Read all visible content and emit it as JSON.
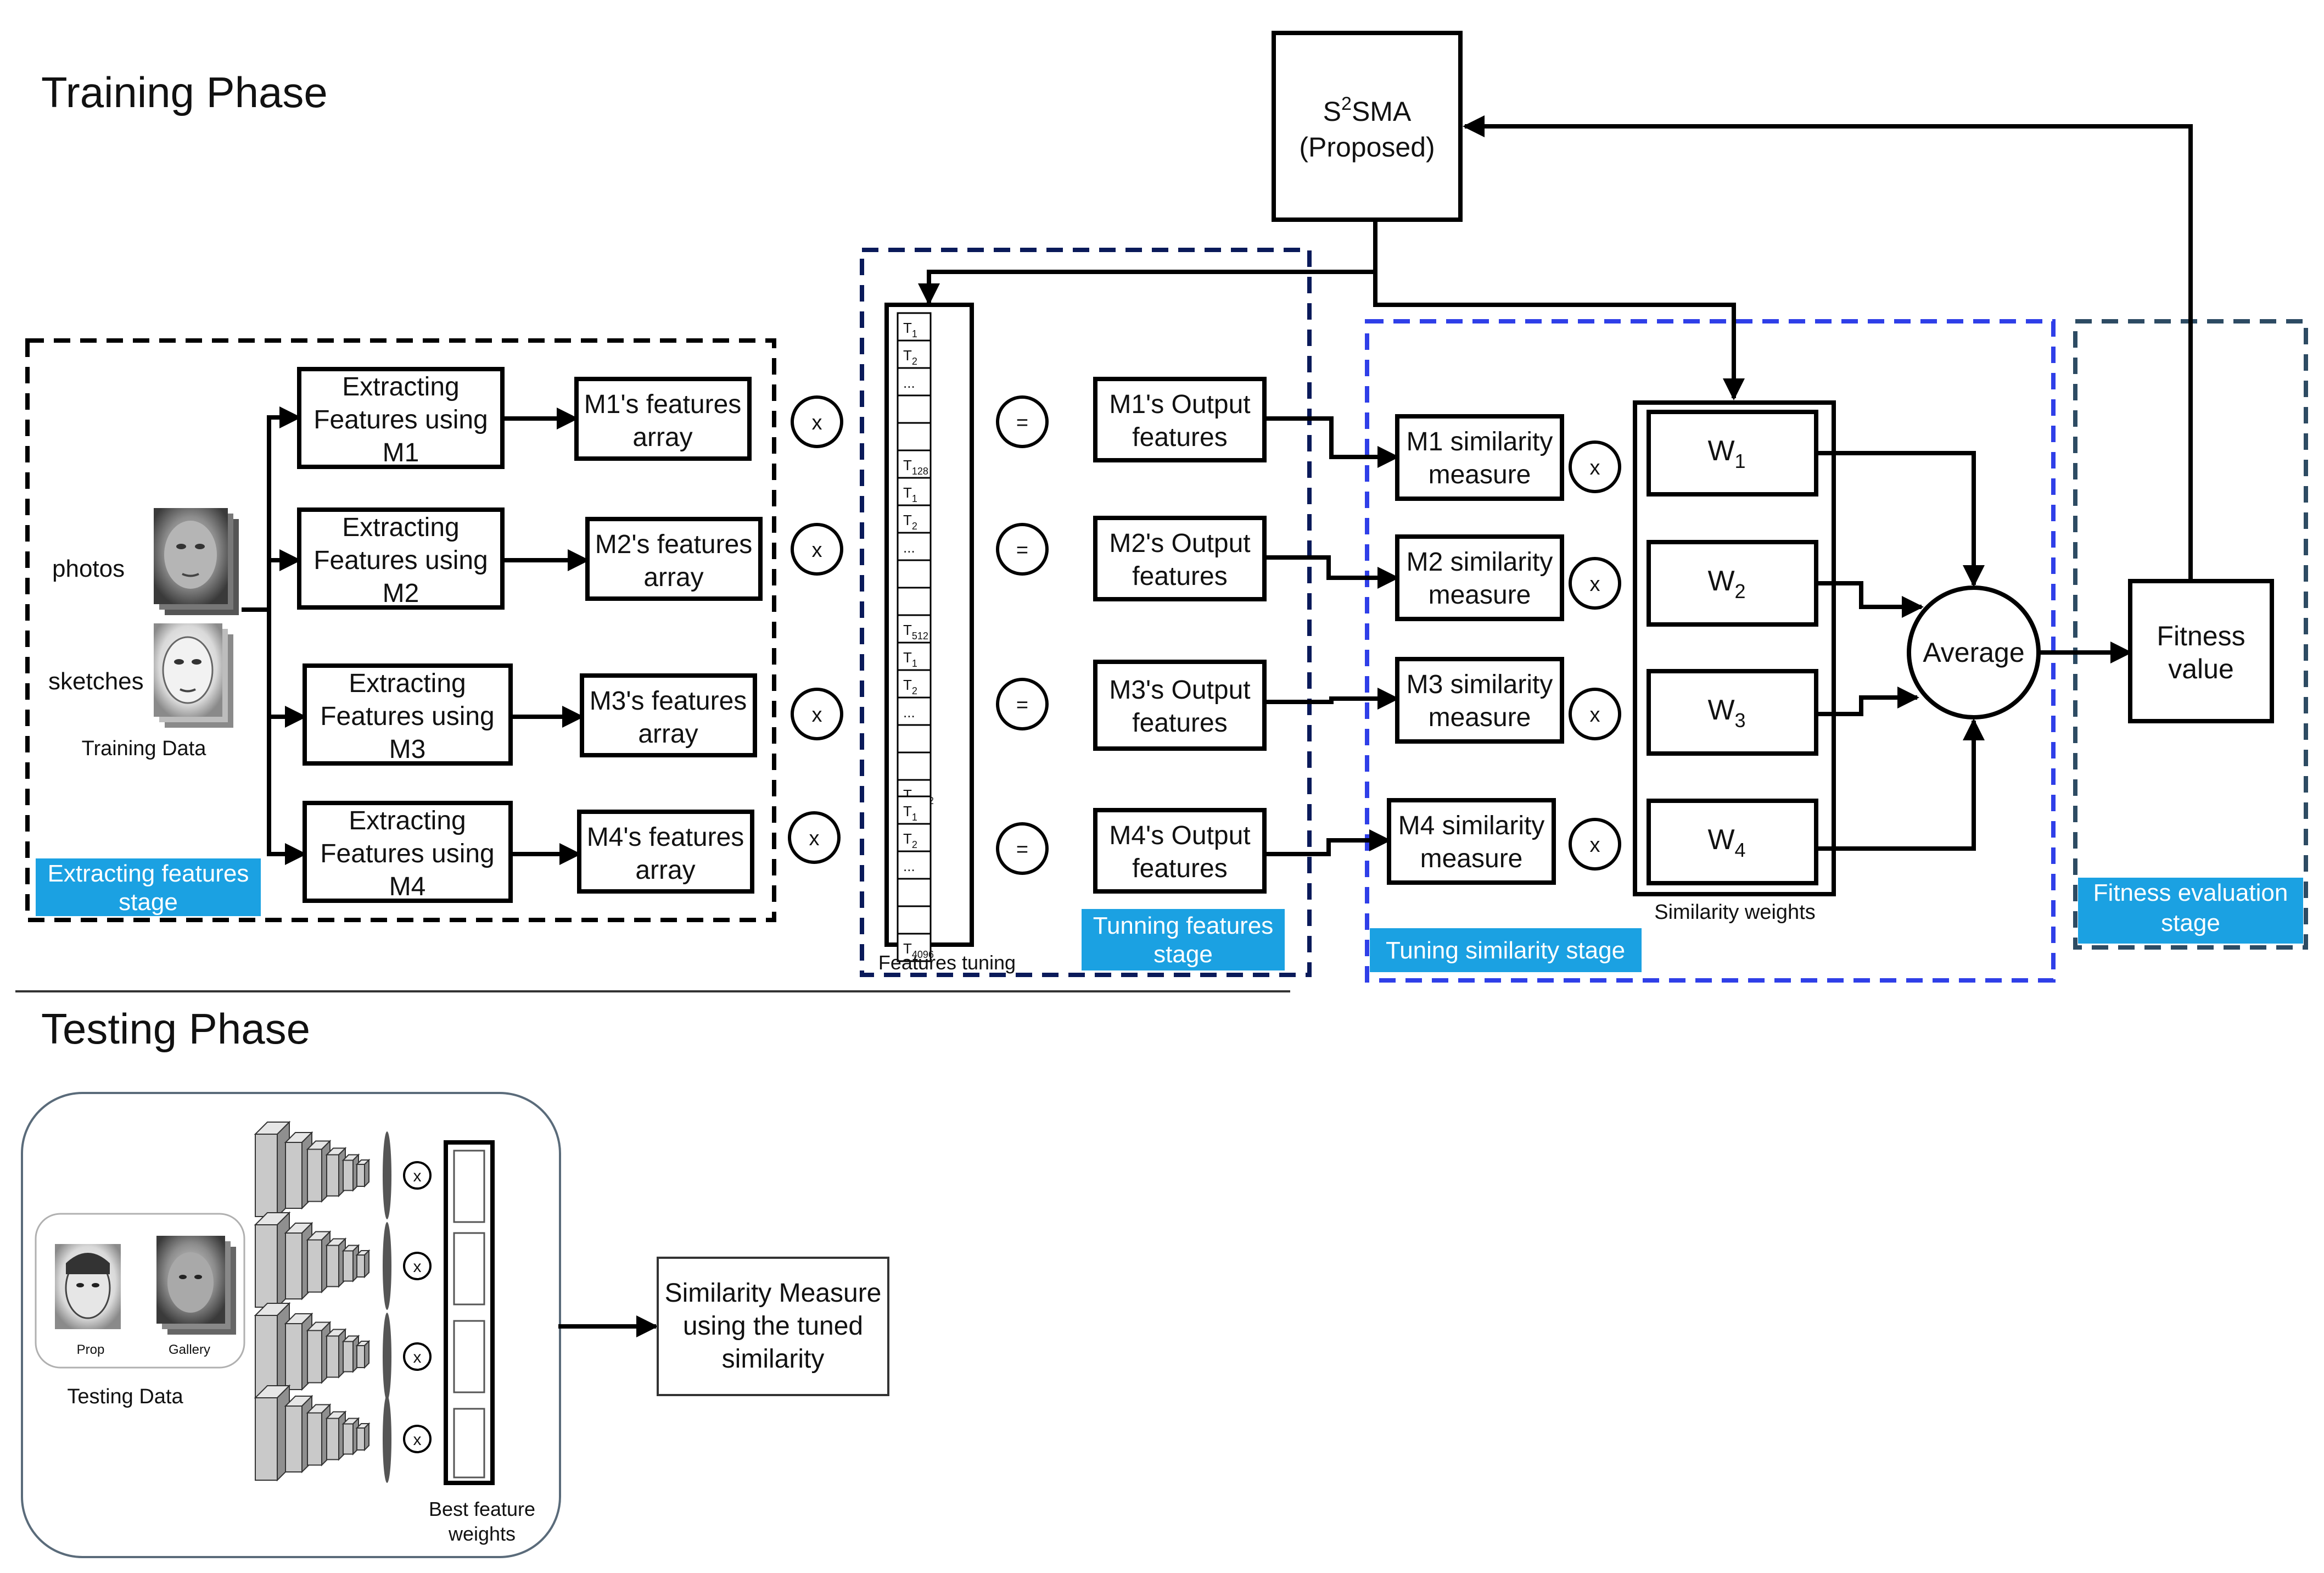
{
  "phases": {
    "training": "Training Phase",
    "testing": "Testing Phase"
  },
  "s2sma": {
    "line1_base": "S",
    "line1_sup": "2",
    "line1_rest": "SMA",
    "line2": "(Proposed)"
  },
  "training_data": {
    "photos": "photos",
    "sketches": "sketches",
    "label": "Training Data"
  },
  "extract_boxes": [
    {
      "l1": "Extracting",
      "l2": "Features using",
      "l3": "M1"
    },
    {
      "l1": "Extracting",
      "l2": "Features using",
      "l3": "M2"
    },
    {
      "l1": "Extracting",
      "l2": "Features using",
      "l3": "M3"
    },
    {
      "l1": "Extracting",
      "l2": "Features using",
      "l3": "M4"
    }
  ],
  "feature_arrays": [
    {
      "l1": "M1's features",
      "l2": "array"
    },
    {
      "l1": "M2's features",
      "l2": "array"
    },
    {
      "l1": "M3's features",
      "l2": "array"
    },
    {
      "l1": "M4's features",
      "l2": "array"
    }
  ],
  "operators": {
    "times": "x",
    "equals": "="
  },
  "tuning_vector": {
    "groups": [
      {
        "cells": [
          "T1",
          "T2",
          "...",
          "",
          "",
          "T128"
        ]
      },
      {
        "cells": [
          "T1",
          "T2",
          "...",
          "",
          "",
          "T512"
        ]
      },
      {
        "cells": [
          "T1",
          "T2",
          "...",
          "",
          "",
          "T2622"
        ]
      },
      {
        "cells": [
          "T1",
          "T2",
          "...",
          "",
          "",
          "T4096"
        ]
      }
    ],
    "label": "Features tuning"
  },
  "output_features": [
    {
      "l1": "M1's Output",
      "l2": "features"
    },
    {
      "l1": "M2's Output",
      "l2": "features"
    },
    {
      "l1": "M3's Output",
      "l2": "features"
    },
    {
      "l1": "M4's Output",
      "l2": "features"
    }
  ],
  "similarity_measures": [
    {
      "l1": "M1 similarity",
      "l2": "measure"
    },
    {
      "l1": "M2 similarity",
      "l2": "measure"
    },
    {
      "l1": "M3 similarity",
      "l2": "measure"
    },
    {
      "l1": "M4 similarity",
      "l2": "measure"
    }
  ],
  "weights": [
    {
      "base": "W",
      "sub": "1"
    },
    {
      "base": "W",
      "sub": "2"
    },
    {
      "base": "W",
      "sub": "3"
    },
    {
      "base": "W",
      "sub": "4"
    }
  ],
  "weights_label": "Similarity weights",
  "average": "Average",
  "fitness": {
    "l1": "Fitness",
    "l2": "value"
  },
  "stages": {
    "extracting": {
      "l1": "Extracting features",
      "l2": "stage"
    },
    "tunning": {
      "l1": "Tunning features",
      "l2": "stage"
    },
    "similarity": {
      "l1": "Tuning similarity stage"
    },
    "fitness": {
      "l1": "Fitness evaluation",
      "l2": "stage"
    }
  },
  "testing": {
    "prop": "Prop",
    "gallery": "Gallery",
    "data_label": "Testing Data",
    "best_l1": "Best feature",
    "best_l2": "weights",
    "sim_l1": "Similarity Measure",
    "sim_l2": "using the tuned",
    "sim_l3": "similarity"
  },
  "colors": {
    "stage_label_bg": "#1ba1e2",
    "extract_border": "#000000",
    "tuning_border": "#0a1a5a",
    "similarity_border": "#2f3fe8",
    "fitness_border": "#2d4b63"
  }
}
